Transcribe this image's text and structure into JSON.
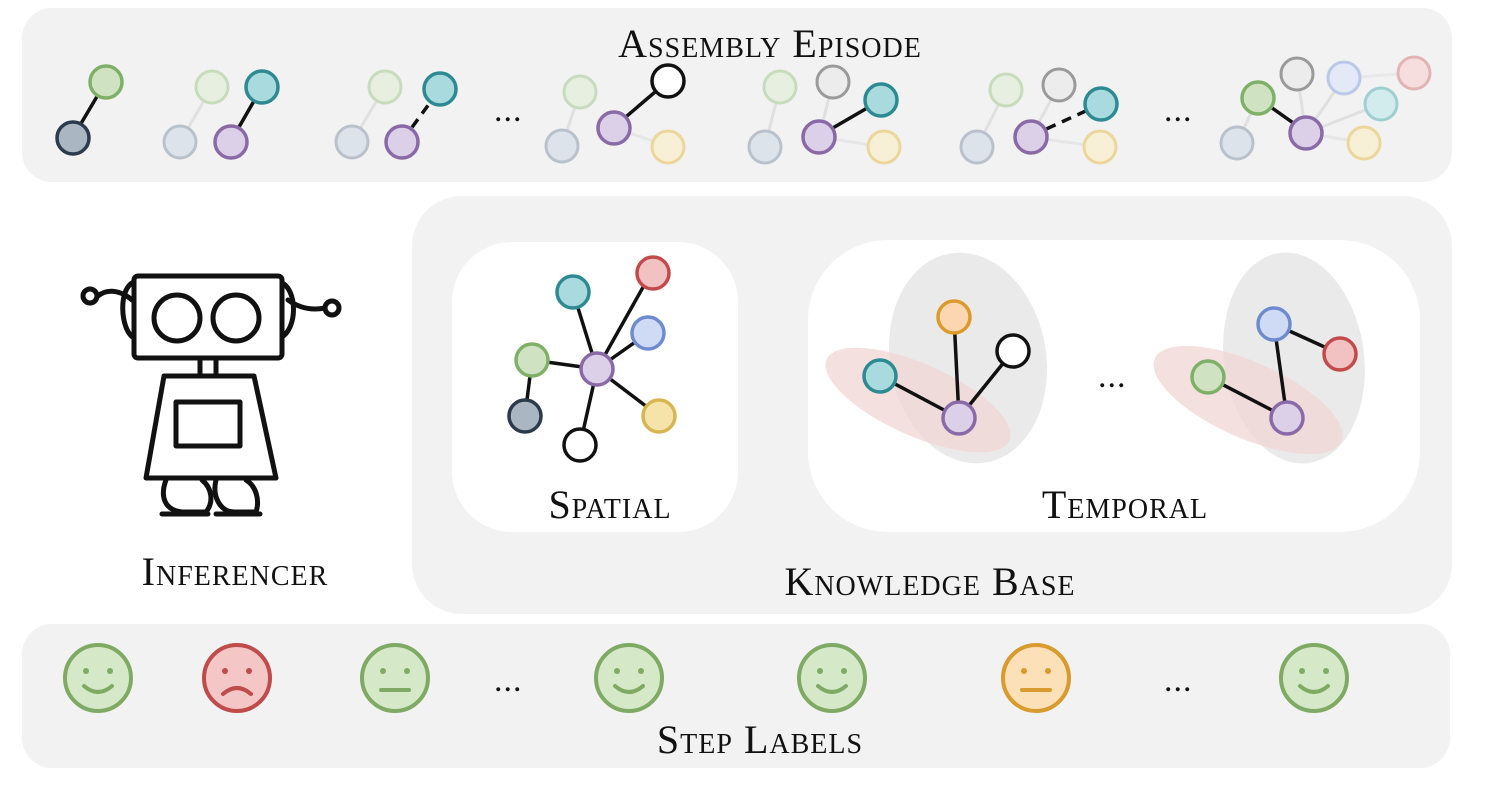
{
  "labels": {
    "assembly_episode": "Assembly Episode",
    "inferencer": "Inferencer",
    "spatial": "Spatial",
    "temporal": "Temporal",
    "knowledge_base": "Knowledge Base",
    "step_labels": "Step Labels"
  },
  "ellipsis": "...",
  "colors": {
    "panel_bg": "#f2f2f2",
    "green": "#7fb068",
    "teal": "#2e8a92",
    "purple": "#8a6aa6",
    "navy": "#2b3b4d",
    "yellow": "#d9b552",
    "blue": "#6e8bcf",
    "red": "#c24a4a",
    "orange": "#dc9a2a",
    "gray": "#8c8c8c",
    "face_happy": "#7faa63",
    "face_sad": "#bf4b4b",
    "face_neutral_orange": "#d99a2e"
  },
  "step_faces": [
    "happy-green",
    "sad-red",
    "neutral-green",
    "happy-green",
    "happy-green",
    "neutral-orange",
    "happy-green"
  ]
}
